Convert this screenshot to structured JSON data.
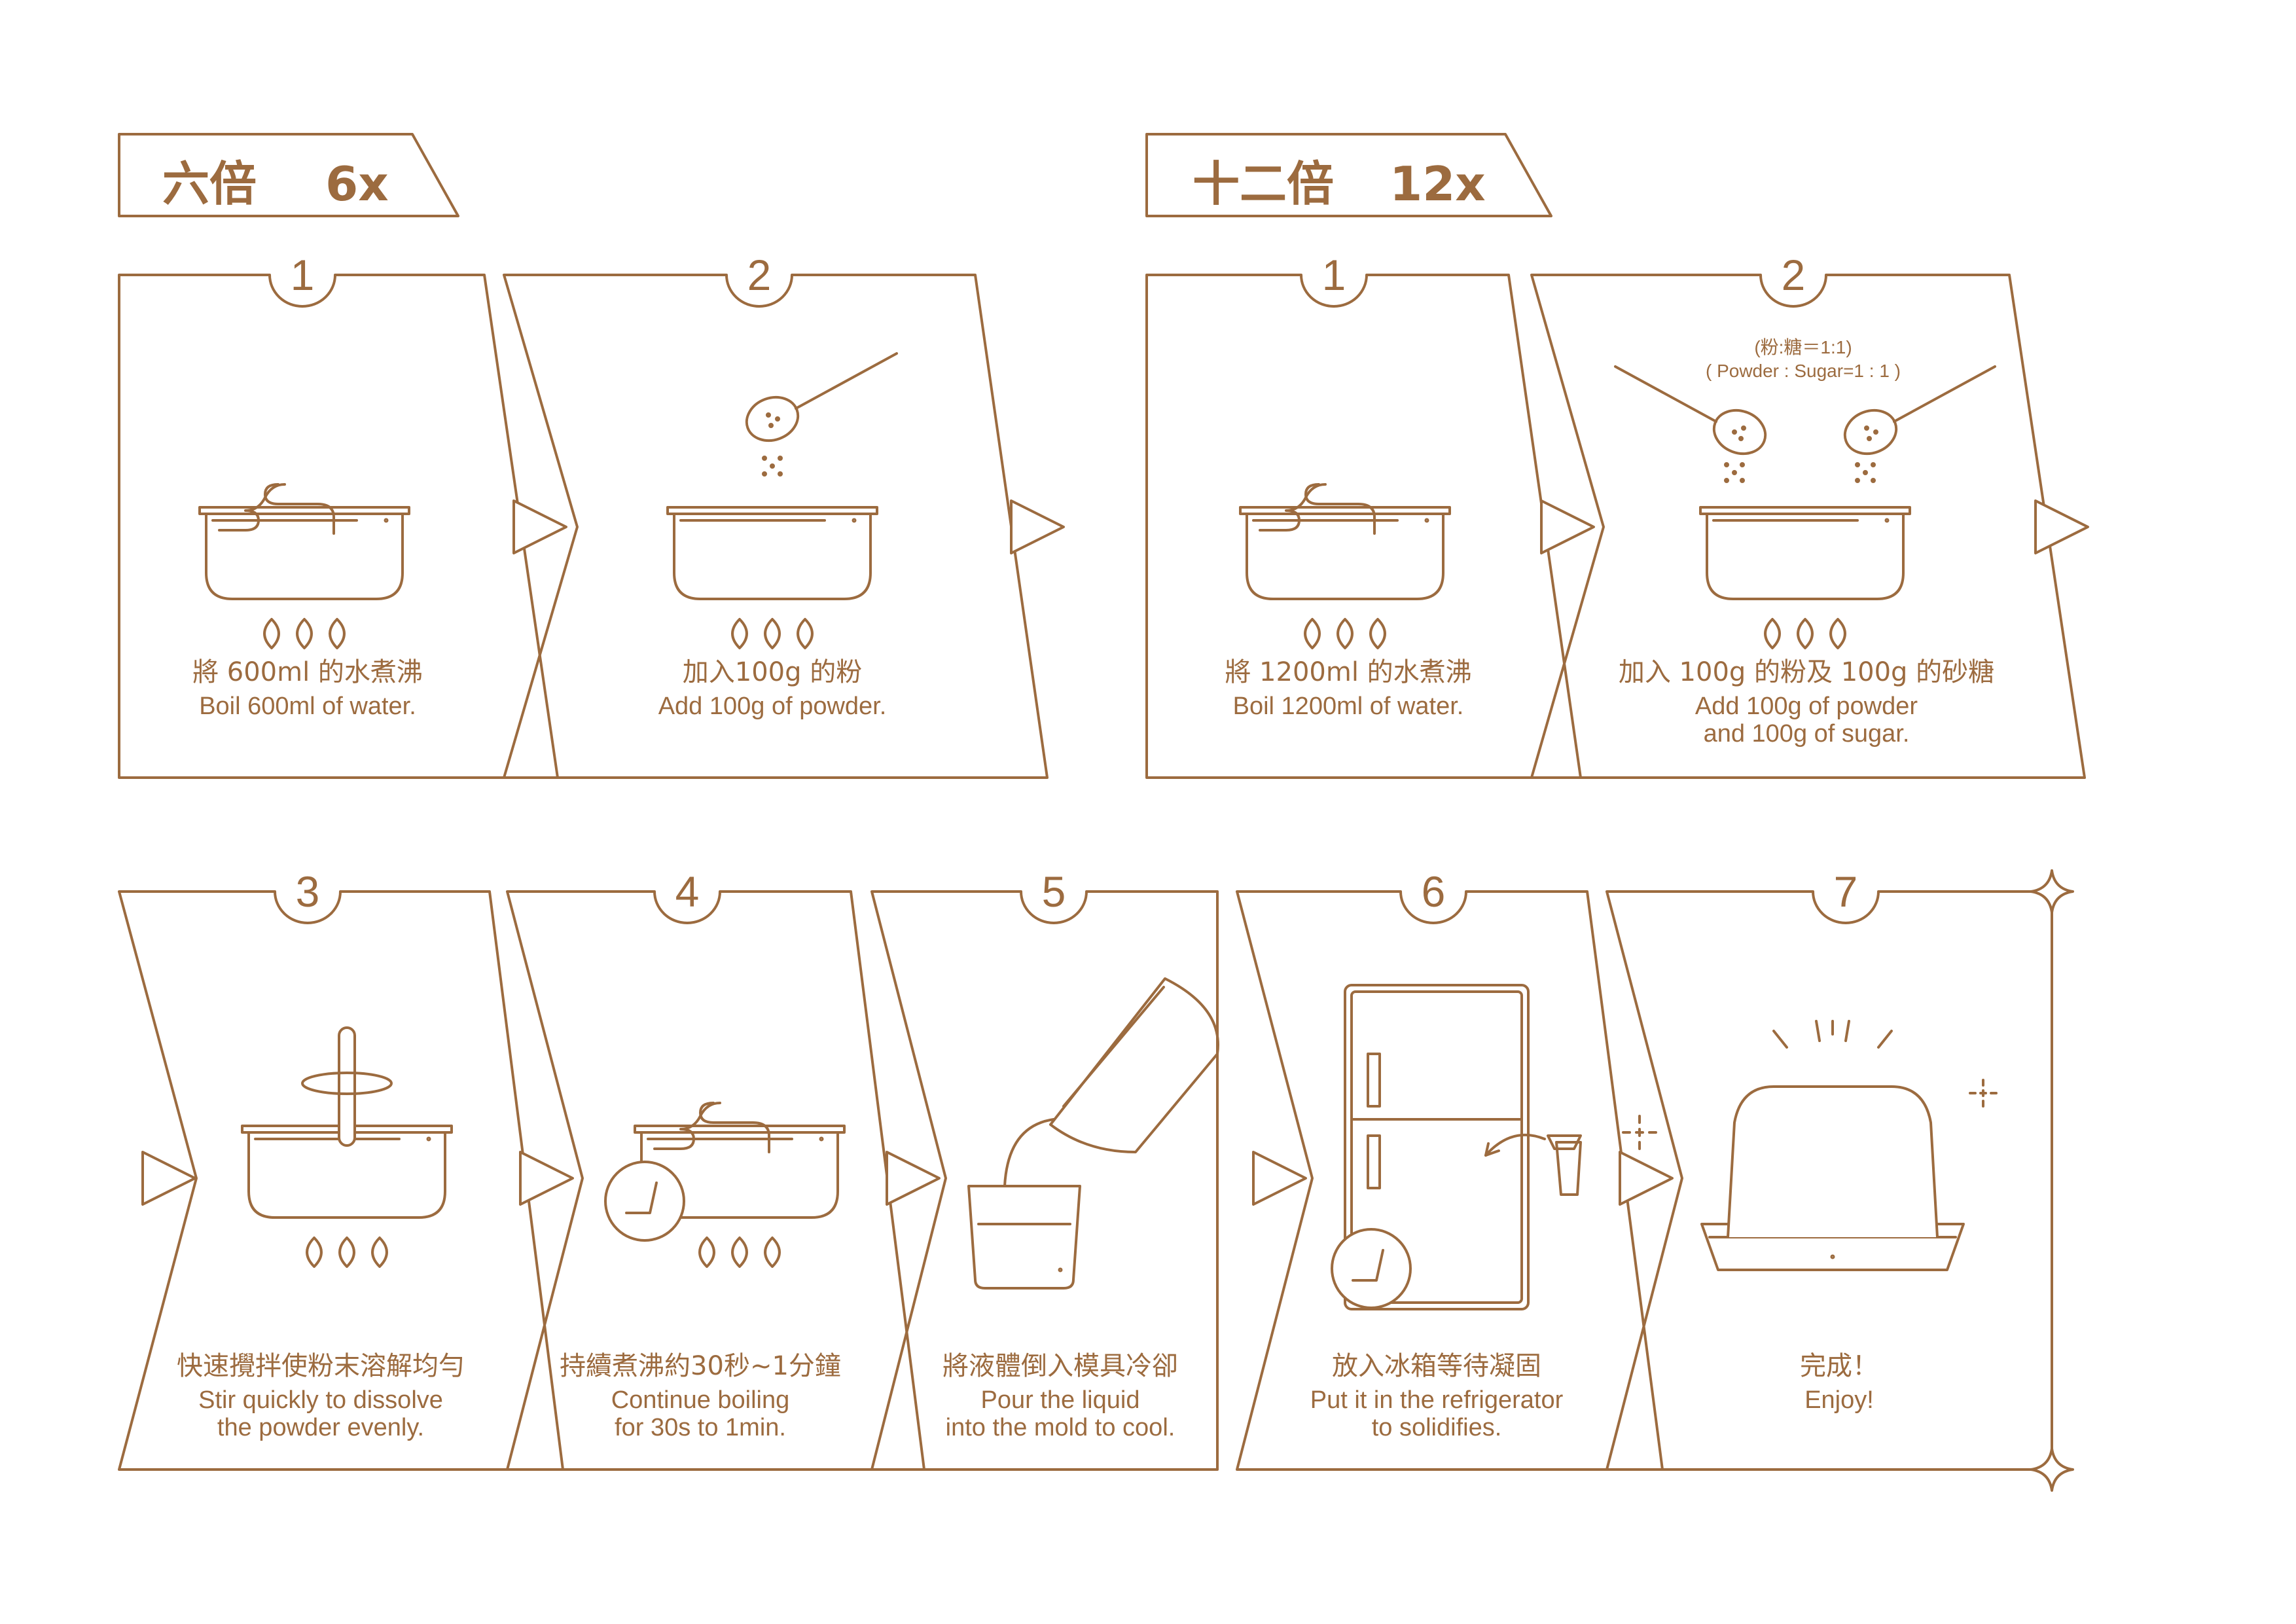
{
  "colors": {
    "line": "#9c6b3f",
    "background": "#ffffff"
  },
  "sections": [
    {
      "zh": "六倍",
      "en": "6x"
    },
    {
      "zh": "十二倍",
      "en": "12x"
    }
  ],
  "ratio": {
    "zh": "(粉:糖＝1:1)",
    "en": "( Powder : Sugar=1 : 1 )"
  },
  "steps": [
    {
      "number": "1",
      "zh": "將 600ml 的水煮沸",
      "en": [
        "Boil 600ml of water."
      ],
      "icon": "pot-boiling-icon"
    },
    {
      "number": "2",
      "zh": "加入100g 的粉",
      "en": [
        "Add 100g of powder."
      ],
      "icon": "spoon-powder-icon"
    },
    {
      "number": "1",
      "zh": "將 1200ml 的水煮沸",
      "en": [
        "Boil 1200ml of water."
      ],
      "icon": "pot-boiling-icon"
    },
    {
      "number": "2",
      "zh": "加入 100g 的粉及 100g 的砂糖",
      "en": [
        "Add 100g of powder",
        "and 100g of sugar."
      ],
      "icon": "two-spoons-icon"
    },
    {
      "number": "3",
      "zh": "快速攪拌使粉末溶解均勻",
      "en": [
        "Stir quickly to dissolve",
        "the powder evenly."
      ],
      "icon": "stir-icon"
    },
    {
      "number": "4",
      "zh": "持續煮沸約30秒~1分鐘",
      "en": [
        "Continue boiling",
        "for 30s to 1min."
      ],
      "icon": "clock-pot-icon"
    },
    {
      "number": "5",
      "zh": "將液體倒入模具冷卻",
      "en": [
        "Pour the liquid",
        "into the mold to cool."
      ],
      "icon": "pour-icon"
    },
    {
      "number": "6",
      "zh": "放入冰箱等待凝固",
      "en": [
        "Put it in the refrigerator",
        "to solidifies."
      ],
      "icon": "fridge-icon"
    },
    {
      "number": "7",
      "zh": "完成！",
      "en": [
        "Enjoy!"
      ],
      "icon": "jelly-icon"
    }
  ]
}
